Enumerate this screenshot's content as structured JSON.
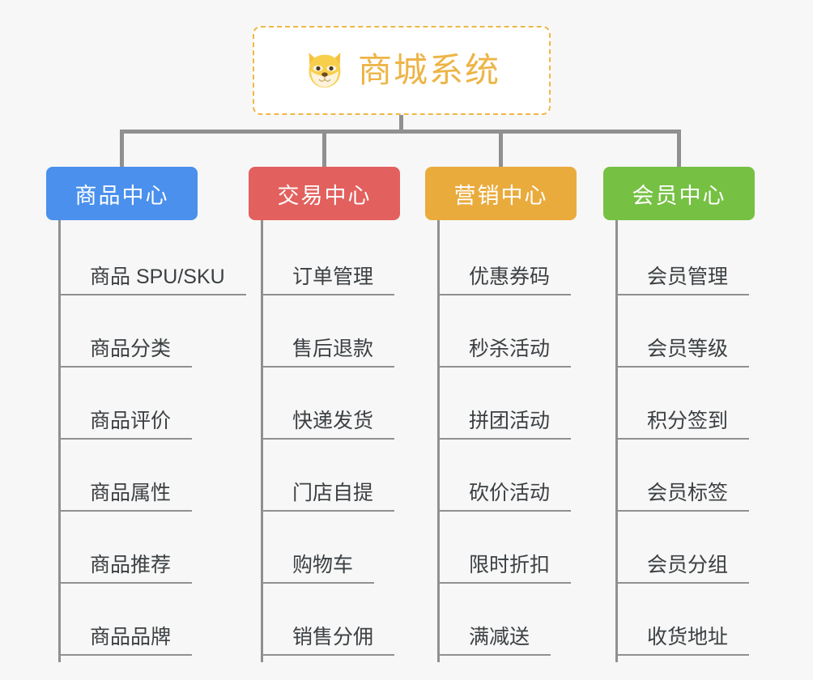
{
  "page": {
    "background_color": "#f7f7f7",
    "connector_color": "#909090",
    "leaf_text_color": "#3c4043"
  },
  "root": {
    "title": "商城系统",
    "icon": "shiba-dog-icon",
    "text_color": "#edb446",
    "border_color": "#f0b74a",
    "background_color": "#ffffff"
  },
  "branches": [
    {
      "label": "商品中心",
      "color": "#4a90ec",
      "leaves": [
        "商品 SPU/SKU",
        "商品分类",
        "商品评价",
        "商品属性",
        "商品推荐",
        "商品品牌"
      ]
    },
    {
      "label": "交易中心",
      "color": "#e2605e",
      "leaves": [
        "订单管理",
        "售后退款",
        "快递发货",
        "门店自提",
        "购物车",
        "销售分佣"
      ]
    },
    {
      "label": "营销中心",
      "color": "#eaab3d",
      "leaves": [
        "优惠券码",
        "秒杀活动",
        "拼团活动",
        "砍价活动",
        "限时折扣",
        "满减送"
      ]
    },
    {
      "label": "会员中心",
      "color": "#76c043",
      "leaves": [
        "会员管理",
        "会员等级",
        "积分签到",
        "会员标签",
        "会员分组",
        "收货地址"
      ]
    }
  ]
}
